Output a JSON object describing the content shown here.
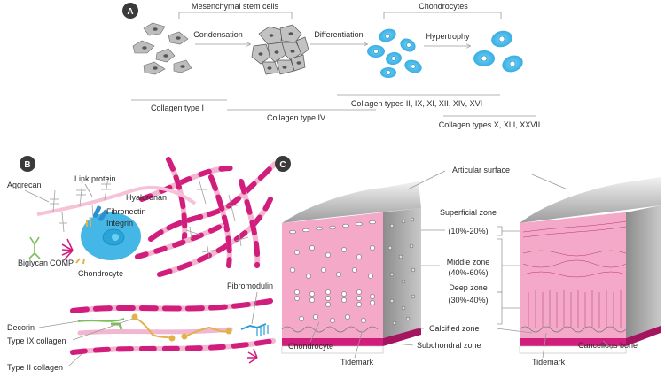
{
  "panelA": {
    "badge": "A",
    "msc_label": "Mesenchymal stem cells",
    "chondro_label": "Chondrocytes",
    "condensation": "Condensation",
    "differentiation": "Differentiation",
    "hypertrophy": "Hypertrophy",
    "col1": "Collagen type I",
    "col4": "Collagen type IV",
    "col2": "Collagen types II, IX, XI, XII, XIV, XVI",
    "col10": "Collagen types X, XIII, XXVII"
  },
  "panelB": {
    "badge": "B",
    "aggrecan": "Aggrecan",
    "link_protein": "Link protein",
    "hyaluronan": "Hyaluronan",
    "fibronectin": "Fibronectin",
    "integrin": "Integrin",
    "biglycan": "Biglycan",
    "comp": "COMP",
    "chondrocyte": "Chondrocyte",
    "fibromodulin": "Fibromodulin",
    "decorin": "Decorin",
    "type9": "Type IX collagen",
    "type2": "Type II collagen"
  },
  "panelC": {
    "badge": "C",
    "articular_surface": "Articular surface",
    "superficial": "Superficial zone",
    "superficial_pct": "(10%-20%)",
    "middle": "Middle zone",
    "middle_pct": "(40%-60%)",
    "deep": "Deep zone",
    "deep_pct": "(30%-40%)",
    "calcified": "Calcified zone",
    "subchondral": "Subchondral zone",
    "chondrocyte": "Chondrocyte",
    "tidemark_left": "Tidemark",
    "tidemark_right": "Tidemark",
    "cancellous": "Cancellous bone"
  },
  "colors": {
    "badge": "#3a3a3a",
    "cell_blue": "#45b7e6",
    "pink": "#f5a8c8",
    "magenta": "#d11d7c",
    "gray_cell": "#b8b8b8"
  }
}
